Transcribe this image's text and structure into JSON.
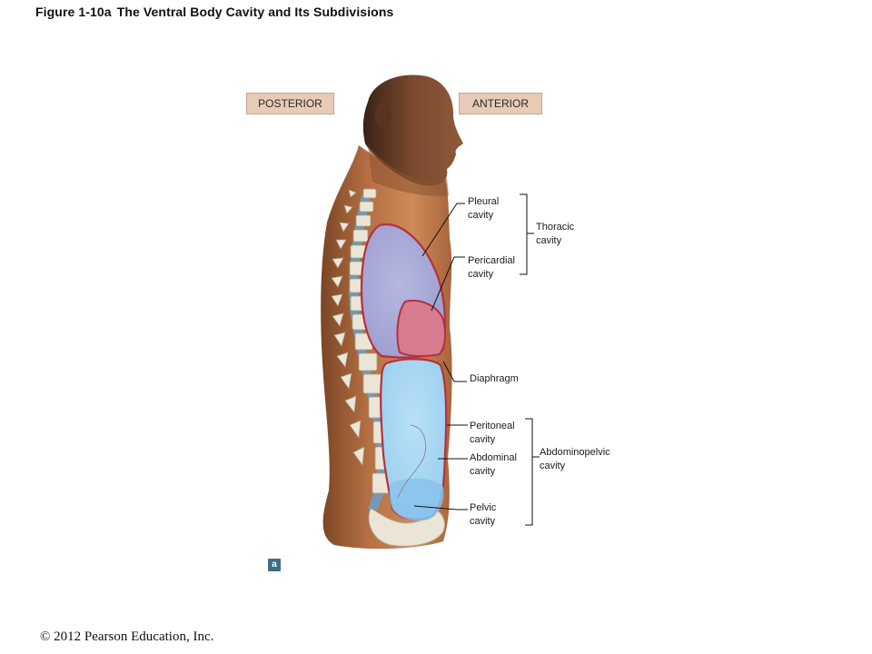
{
  "title": {
    "figure_number": "Figure 1-10a",
    "text": "The Ventral Body Cavity and Its Subdivisions"
  },
  "orientation": {
    "posterior": "POSTERIOR",
    "anterior": "ANTERIOR"
  },
  "labels": {
    "pleural": "Pleural\ncavity",
    "pericardial": "Pericardial\ncavity",
    "thoracic": "Thoracic\ncavity",
    "diaphragm": "Diaphragm",
    "peritoneal": "Peritoneal\ncavity",
    "abdominal": "Abdominal\ncavity",
    "pelvic": "Pelvic\ncavity",
    "abdominopelvic": "Abdominopelvic\ncavity"
  },
  "panel_letter": "a",
  "copyright": "© 2012 Pearson Education, Inc.",
  "colors": {
    "skin": "#c47d4e",
    "skin_dark": "#8a5230",
    "pleural_fill": "#a7a8d6",
    "pericardial_fill": "#d77c8f",
    "abdominal_fill": "#a9d7f3",
    "pelvic_fill": "#88c3ec",
    "membrane": "#b6303f",
    "vertebra": "#e9e4d6",
    "disc": "#6a9fc0"
  }
}
